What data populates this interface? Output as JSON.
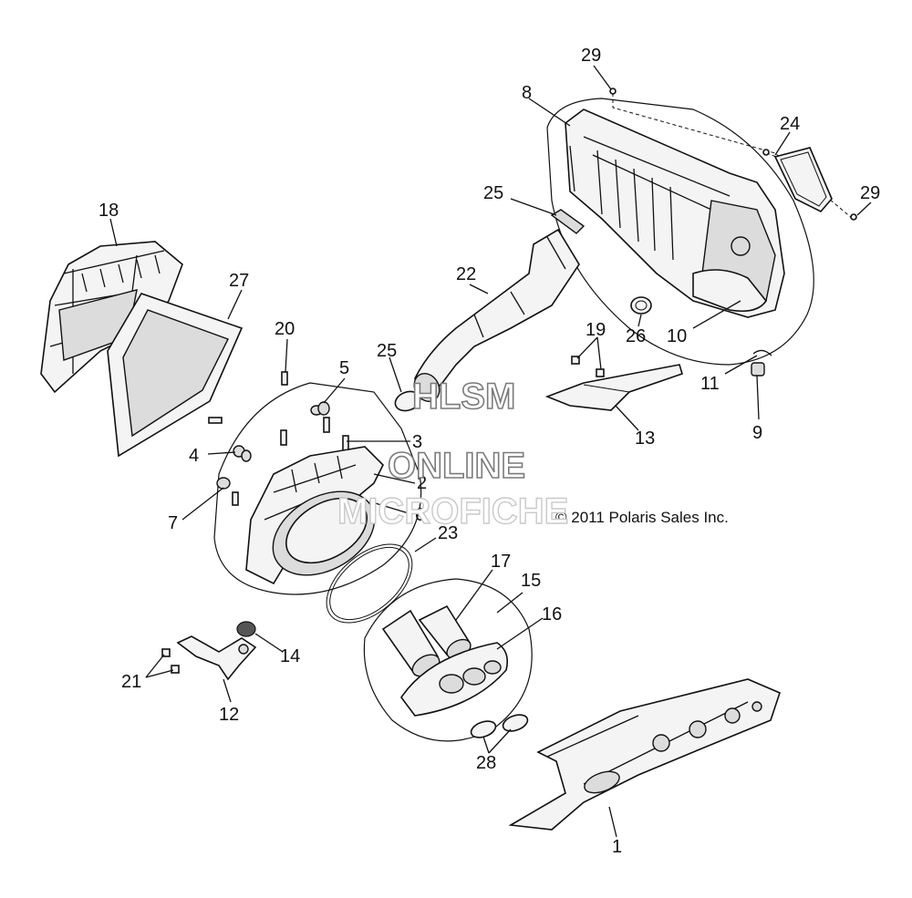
{
  "callouts": [
    {
      "id": "c29a",
      "text": "29"
    },
    {
      "id": "c8",
      "text": "8"
    },
    {
      "id": "c24",
      "text": "24"
    },
    {
      "id": "c29b",
      "text": "29"
    },
    {
      "id": "c25a",
      "text": "25"
    },
    {
      "id": "c18",
      "text": "18"
    },
    {
      "id": "c27",
      "text": "27"
    },
    {
      "id": "c22",
      "text": "22"
    },
    {
      "id": "c20",
      "text": "20"
    },
    {
      "id": "c25b",
      "text": "25"
    },
    {
      "id": "c5",
      "text": "5"
    },
    {
      "id": "c19",
      "text": "19"
    },
    {
      "id": "c26",
      "text": "26"
    },
    {
      "id": "c10",
      "text": "10"
    },
    {
      "id": "c11",
      "text": "11"
    },
    {
      "id": "c3",
      "text": "3"
    },
    {
      "id": "c4",
      "text": "4"
    },
    {
      "id": "c13",
      "text": "13"
    },
    {
      "id": "c9",
      "text": "9"
    },
    {
      "id": "c2",
      "text": "2"
    },
    {
      "id": "c7",
      "text": "7"
    },
    {
      "id": "c6",
      "text": "6"
    },
    {
      "id": "c23",
      "text": "23"
    },
    {
      "id": "c17",
      "text": "17"
    },
    {
      "id": "c15",
      "text": "15"
    },
    {
      "id": "c16",
      "text": "16"
    },
    {
      "id": "c14",
      "text": "14"
    },
    {
      "id": "c21",
      "text": "21"
    },
    {
      "id": "c12",
      "text": "12"
    },
    {
      "id": "c28",
      "text": "28"
    },
    {
      "id": "c1",
      "text": "1"
    }
  ],
  "copyright": "© 2011 Polaris Sales Inc.",
  "watermark": {
    "line1": "HLSM",
    "line2": "ONLINE",
    "line3": "MICROFICHE"
  }
}
